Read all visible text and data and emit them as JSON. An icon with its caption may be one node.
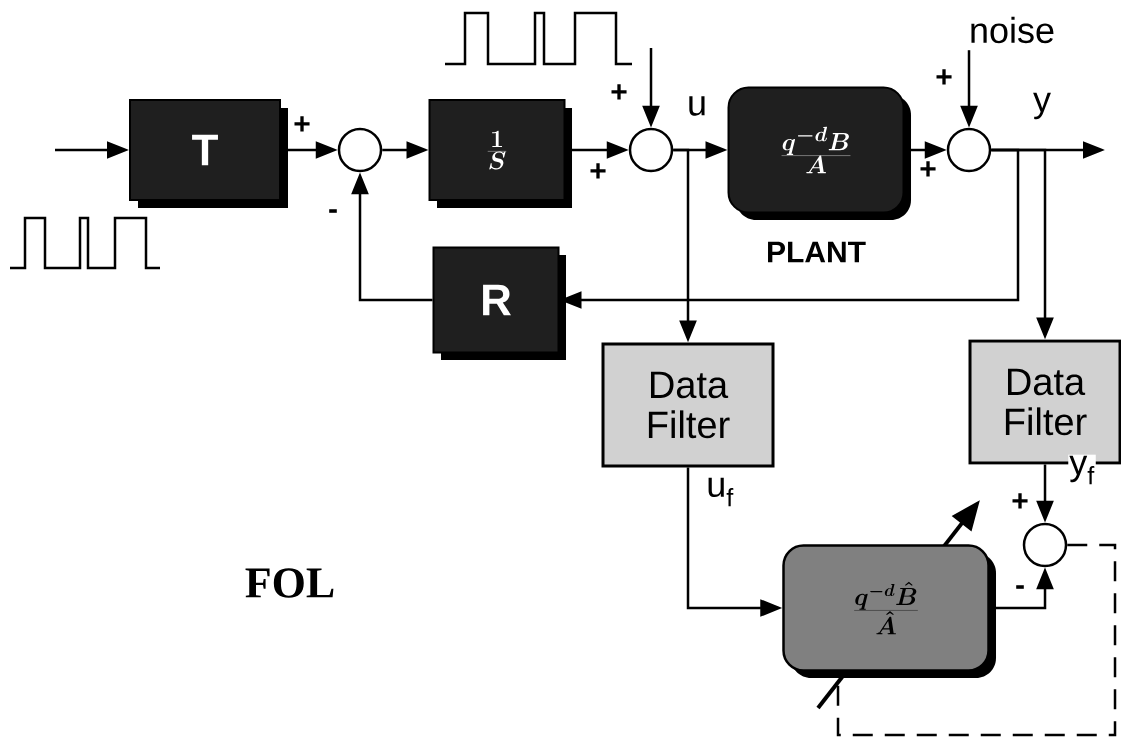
{
  "diagram": {
    "nodes": [
      {
        "text": [
          "T"
        ]
      },
      {
        "text": [],
        "shape": "circle"
      },
      {
        "text": [
          "\\frac{1}{S}"
        ]
      },
      {
        "text": [],
        "shape": "circle"
      },
      {
        "text": [
          "\\frac{q^{-d}B}{A}"
        ],
        "beside": [
          "PLANT"
        ]
      },
      {
        "text": [],
        "shape": "circle"
      },
      {
        "text": [
          "R"
        ]
      },
      {
        "text": [
          "Data Filter"
        ]
      },
      {
        "text": [
          "Data Filter"
        ]
      },
      {
        "text": [],
        "shape": "circle"
      },
      {
        "text": [
          "\\frac{q^{-d}\\hat{B}}{\\hat{A}}"
        ]
      },
      {
        "text": [
          "noise"
        ]
      }
    ],
    "edges": [
      {
        "from": null,
        "to": 0,
        "arrow": "to"
      },
      {
        "from": 0,
        "to": 1,
        "arrow": "to"
      },
      {
        "from": 1,
        "to": 2,
        "arrow": "to"
      },
      {
        "from": 2,
        "to": 3,
        "arrow": "to"
      },
      {
        "from": null,
        "to": 3,
        "arrow": "to"
      },
      {
        "from": 3,
        "to": 4,
        "arrow": "to",
        "label": "u"
      },
      {
        "from": 4,
        "to": 5,
        "arrow": "to"
      },
      {
        "from": 11,
        "to": 5,
        "arrow": "to"
      },
      {
        "from": 5,
        "to": null,
        "arrow": "to",
        "label": "y"
      },
      {
        "from": 5,
        "to": 6,
        "arrow": "to"
      },
      {
        "from": 6,
        "to": 1,
        "arrow": "to"
      },
      {
        "from": 3,
        "to": 7,
        "arrow": "to"
      },
      {
        "from": 5,
        "to": 8,
        "arrow": "to"
      },
      {
        "from": 7,
        "to": 10,
        "arrow": "to",
        "label": "u$_{f}$"
      },
      {
        "from": 8,
        "to": 9,
        "arrow": "to",
        "label": "y$_{f}$"
      },
      {
        "from": 10,
        "to": 9,
        "arrow": "to"
      },
      {
        "from": 9,
        "to": 10,
        "arrow": "none",
        "style": "dashed"
      }
    ],
    "labels": [
      "+",
      "+",
      "+",
      "+",
      "+",
      "-",
      "+",
      "FOL",
      "-"
    ]
  }
}
